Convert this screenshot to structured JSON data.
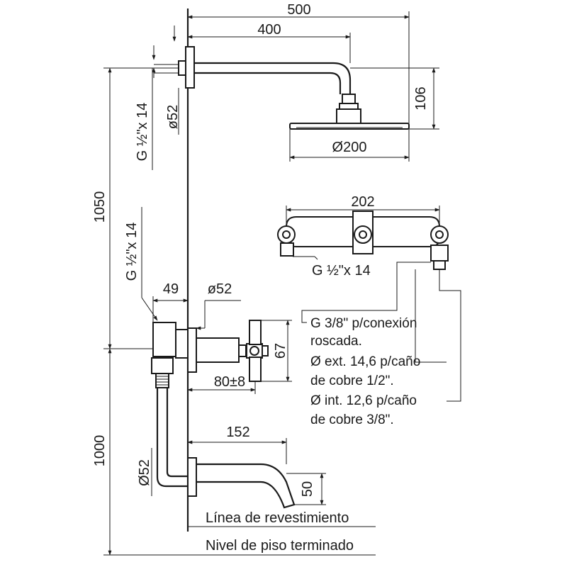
{
  "dimensions": {
    "overall_width": "500",
    "arm_width": "400",
    "head_drop": "106",
    "head_diameter": "Ø200",
    "arm_flange_diameter": "ø52",
    "arm_thread": "G ½\"x 14",
    "upper_height": "1050",
    "lower_height": "1000",
    "mixer_thread": "G ½\"x 14",
    "mixer_offset": "49",
    "mixer_flange_diameter": "ø52",
    "mixer_body_height": "67",
    "mixer_depth": "80±8",
    "spout_length": "152",
    "spout_flange_diameter": "Ø52",
    "spout_drop": "50",
    "valve_width": "202",
    "valve_thread": "G ½\"x 14"
  },
  "connection_note": {
    "lines": [
      "G 3/8\" p/conexión",
      "roscada.",
      "Ø ext. 14,6 p/caño",
      "de cobre 1/2\".",
      "Ø int. 12,6 p/caño",
      "de cobre 3/8\"."
    ]
  },
  "reference_lines": {
    "finish_line": "Línea de revestimiento",
    "floor_line": "Nivel de piso terminado"
  }
}
